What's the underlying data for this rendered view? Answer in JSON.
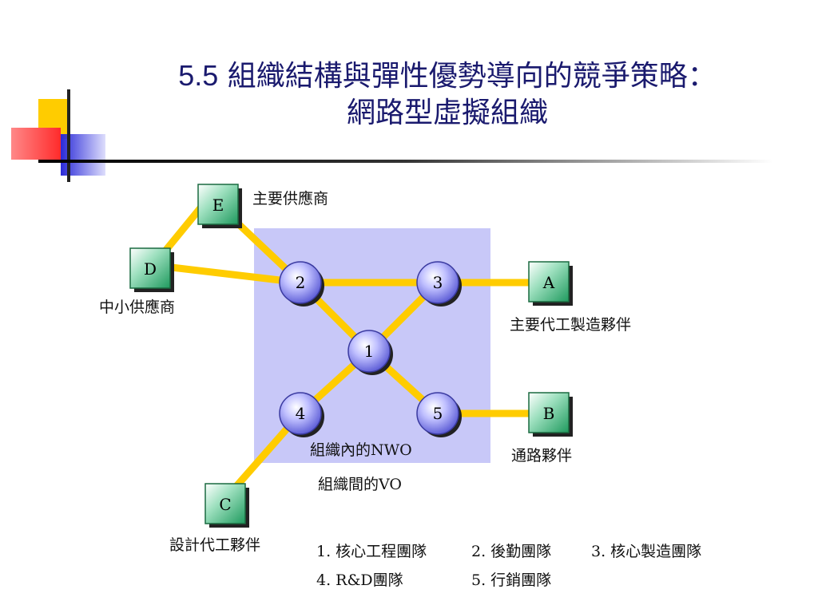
{
  "title": {
    "number": "5.5",
    "line1": "組織結構與彈性優勢導向的競爭策略：",
    "line2": "網路型虛擬組織"
  },
  "nodes": {
    "n1": "1",
    "n2": "2",
    "n3": "3",
    "n4": "4",
    "n5": "5",
    "A": "A",
    "B": "B",
    "C": "C",
    "D": "D",
    "E": "E"
  },
  "labels": {
    "e_label": "主要供應商",
    "d_label": "中小供應商",
    "a_label": "主要代工製造夥伴",
    "b_label": "通路夥伴",
    "c_label": "設計代工夥伴",
    "nwo": "組織內的NWO",
    "vo": "組織間的VO"
  },
  "legend": {
    "item1": "1. 核心工程團隊",
    "item2": "2. 後勤團隊",
    "item3": "3. 核心製造團隊",
    "item4": "4. R&D團隊",
    "item5": "5. 行銷團隊"
  },
  "colors": {
    "title": "#1a1a6e",
    "nwo_box": "#c8c8f8",
    "link": "#ffcc00",
    "square_node": "#2ea36a",
    "circle_node": "#8080e0"
  }
}
